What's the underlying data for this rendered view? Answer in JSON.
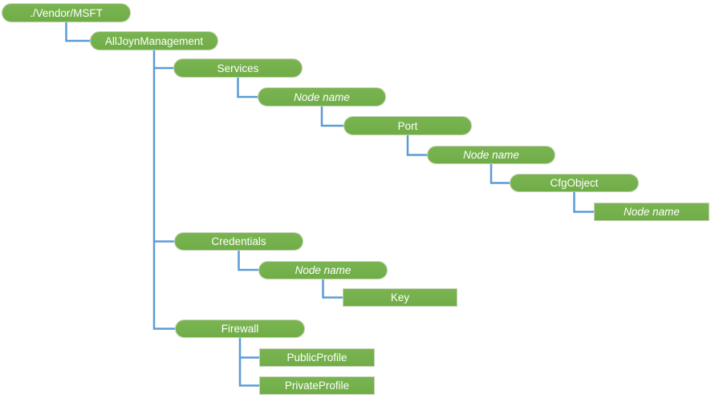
{
  "diagram": {
    "type": "tree",
    "root_label": "./Vendor/MSFT"
  },
  "colors": {
    "node_fill": "#70AD47",
    "node_border": "#C5D2B4",
    "connector": "#5B9BD5",
    "node_text": "#FFFFFF",
    "background": "#FFFFFF"
  },
  "nodes": [
    {
      "label": "./Vendor/MSFT",
      "shape": "rounded",
      "text_style": "normal",
      "parent": null
    },
    {
      "label": "AllJoynManagement",
      "shape": "rounded",
      "text_style": "normal",
      "parent": 0
    },
    {
      "label": "Services",
      "shape": "rounded",
      "text_style": "normal",
      "parent": 1
    },
    {
      "label": "Node name",
      "shape": "rounded",
      "text_style": "italic",
      "parent": 2
    },
    {
      "label": "Port",
      "shape": "rounded",
      "text_style": "normal",
      "parent": 3
    },
    {
      "label": "Node name",
      "shape": "rounded",
      "text_style": "italic",
      "parent": 4
    },
    {
      "label": "CfgObject",
      "shape": "rounded",
      "text_style": "normal",
      "parent": 5
    },
    {
      "label": "Node name",
      "shape": "rectangle",
      "text_style": "italic",
      "parent": 6
    },
    {
      "label": "Credentials",
      "shape": "rounded",
      "text_style": "normal",
      "parent": 1
    },
    {
      "label": "Node name",
      "shape": "rounded",
      "text_style": "italic",
      "parent": 8
    },
    {
      "label": "Key",
      "shape": "rectangle",
      "text_style": "normal",
      "parent": 9
    },
    {
      "label": "Firewall",
      "shape": "rounded",
      "text_style": "normal",
      "parent": 1
    },
    {
      "label": "PublicProfile",
      "shape": "rectangle",
      "text_style": "normal",
      "parent": 11
    },
    {
      "label": "PrivateProfile",
      "shape": "rectangle",
      "text_style": "normal",
      "parent": 11
    }
  ]
}
